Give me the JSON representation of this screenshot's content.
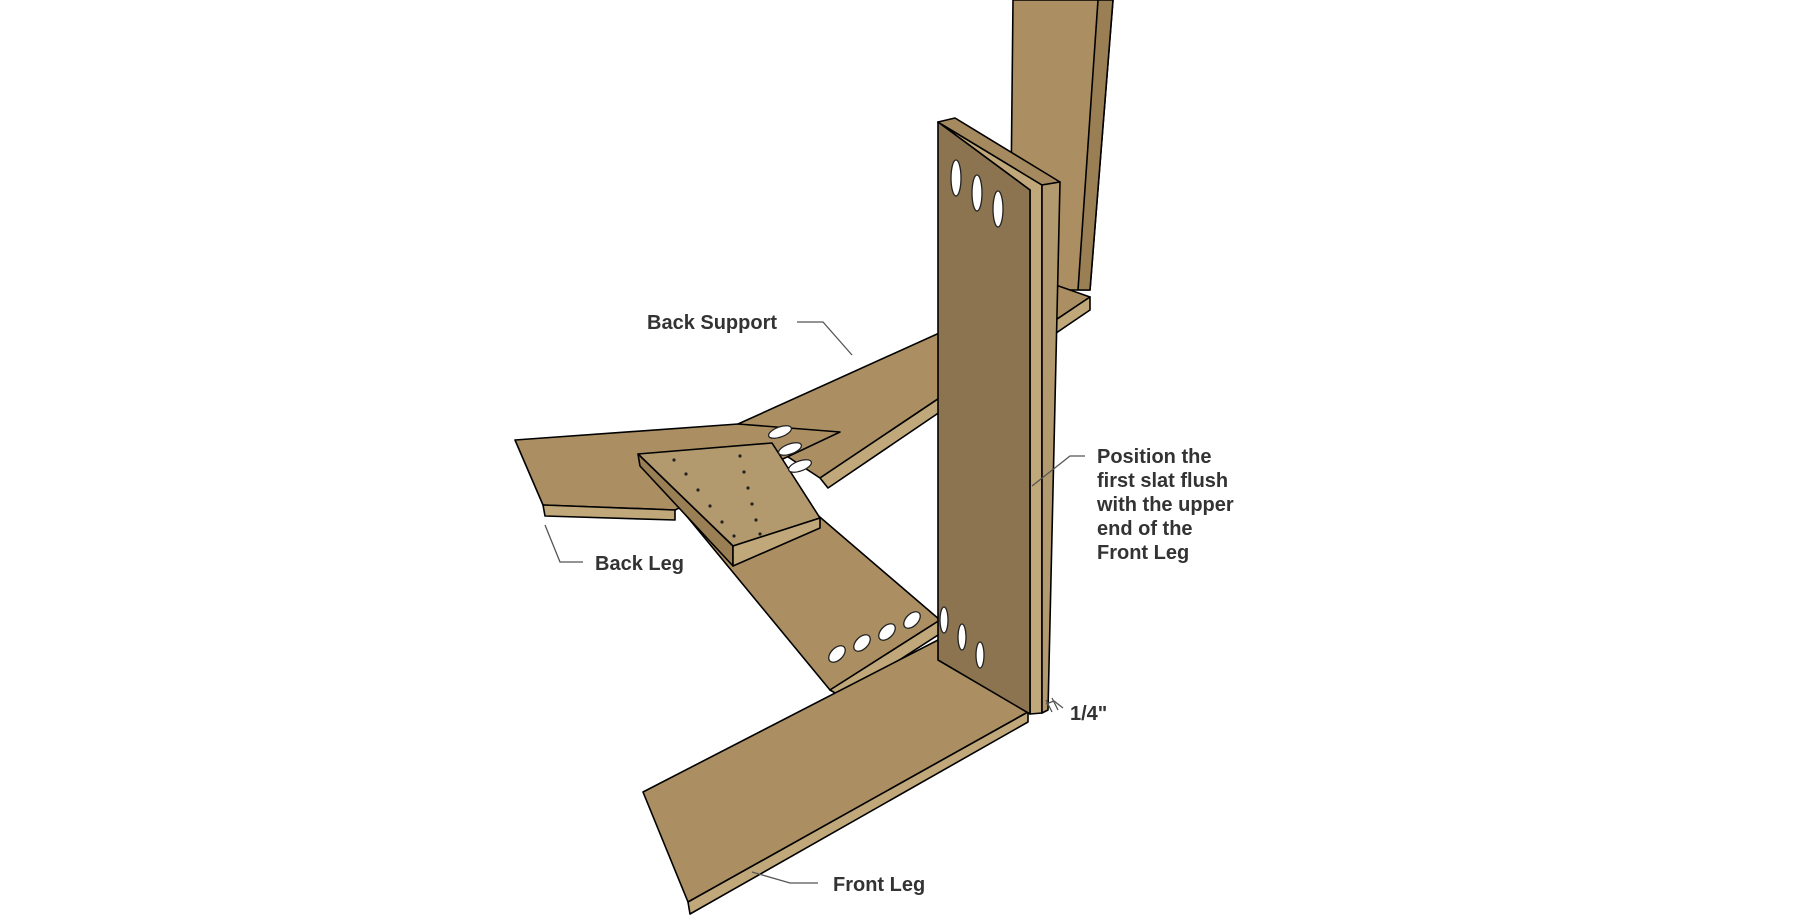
{
  "labels": {
    "back_support": "Back Support",
    "back_leg": "Back Leg",
    "front_leg": "Front Leg",
    "measurement": "1/4\"",
    "note_lines": [
      "Position the",
      "first slat flush",
      "with the upper",
      "end of the",
      "Front Leg"
    ]
  },
  "colors": {
    "board_top": "#ab8f63",
    "board_side": "#c0a87a",
    "board_dark": "#8c7450",
    "pocket_hole": "#ffffff",
    "label_text": "#333333"
  }
}
